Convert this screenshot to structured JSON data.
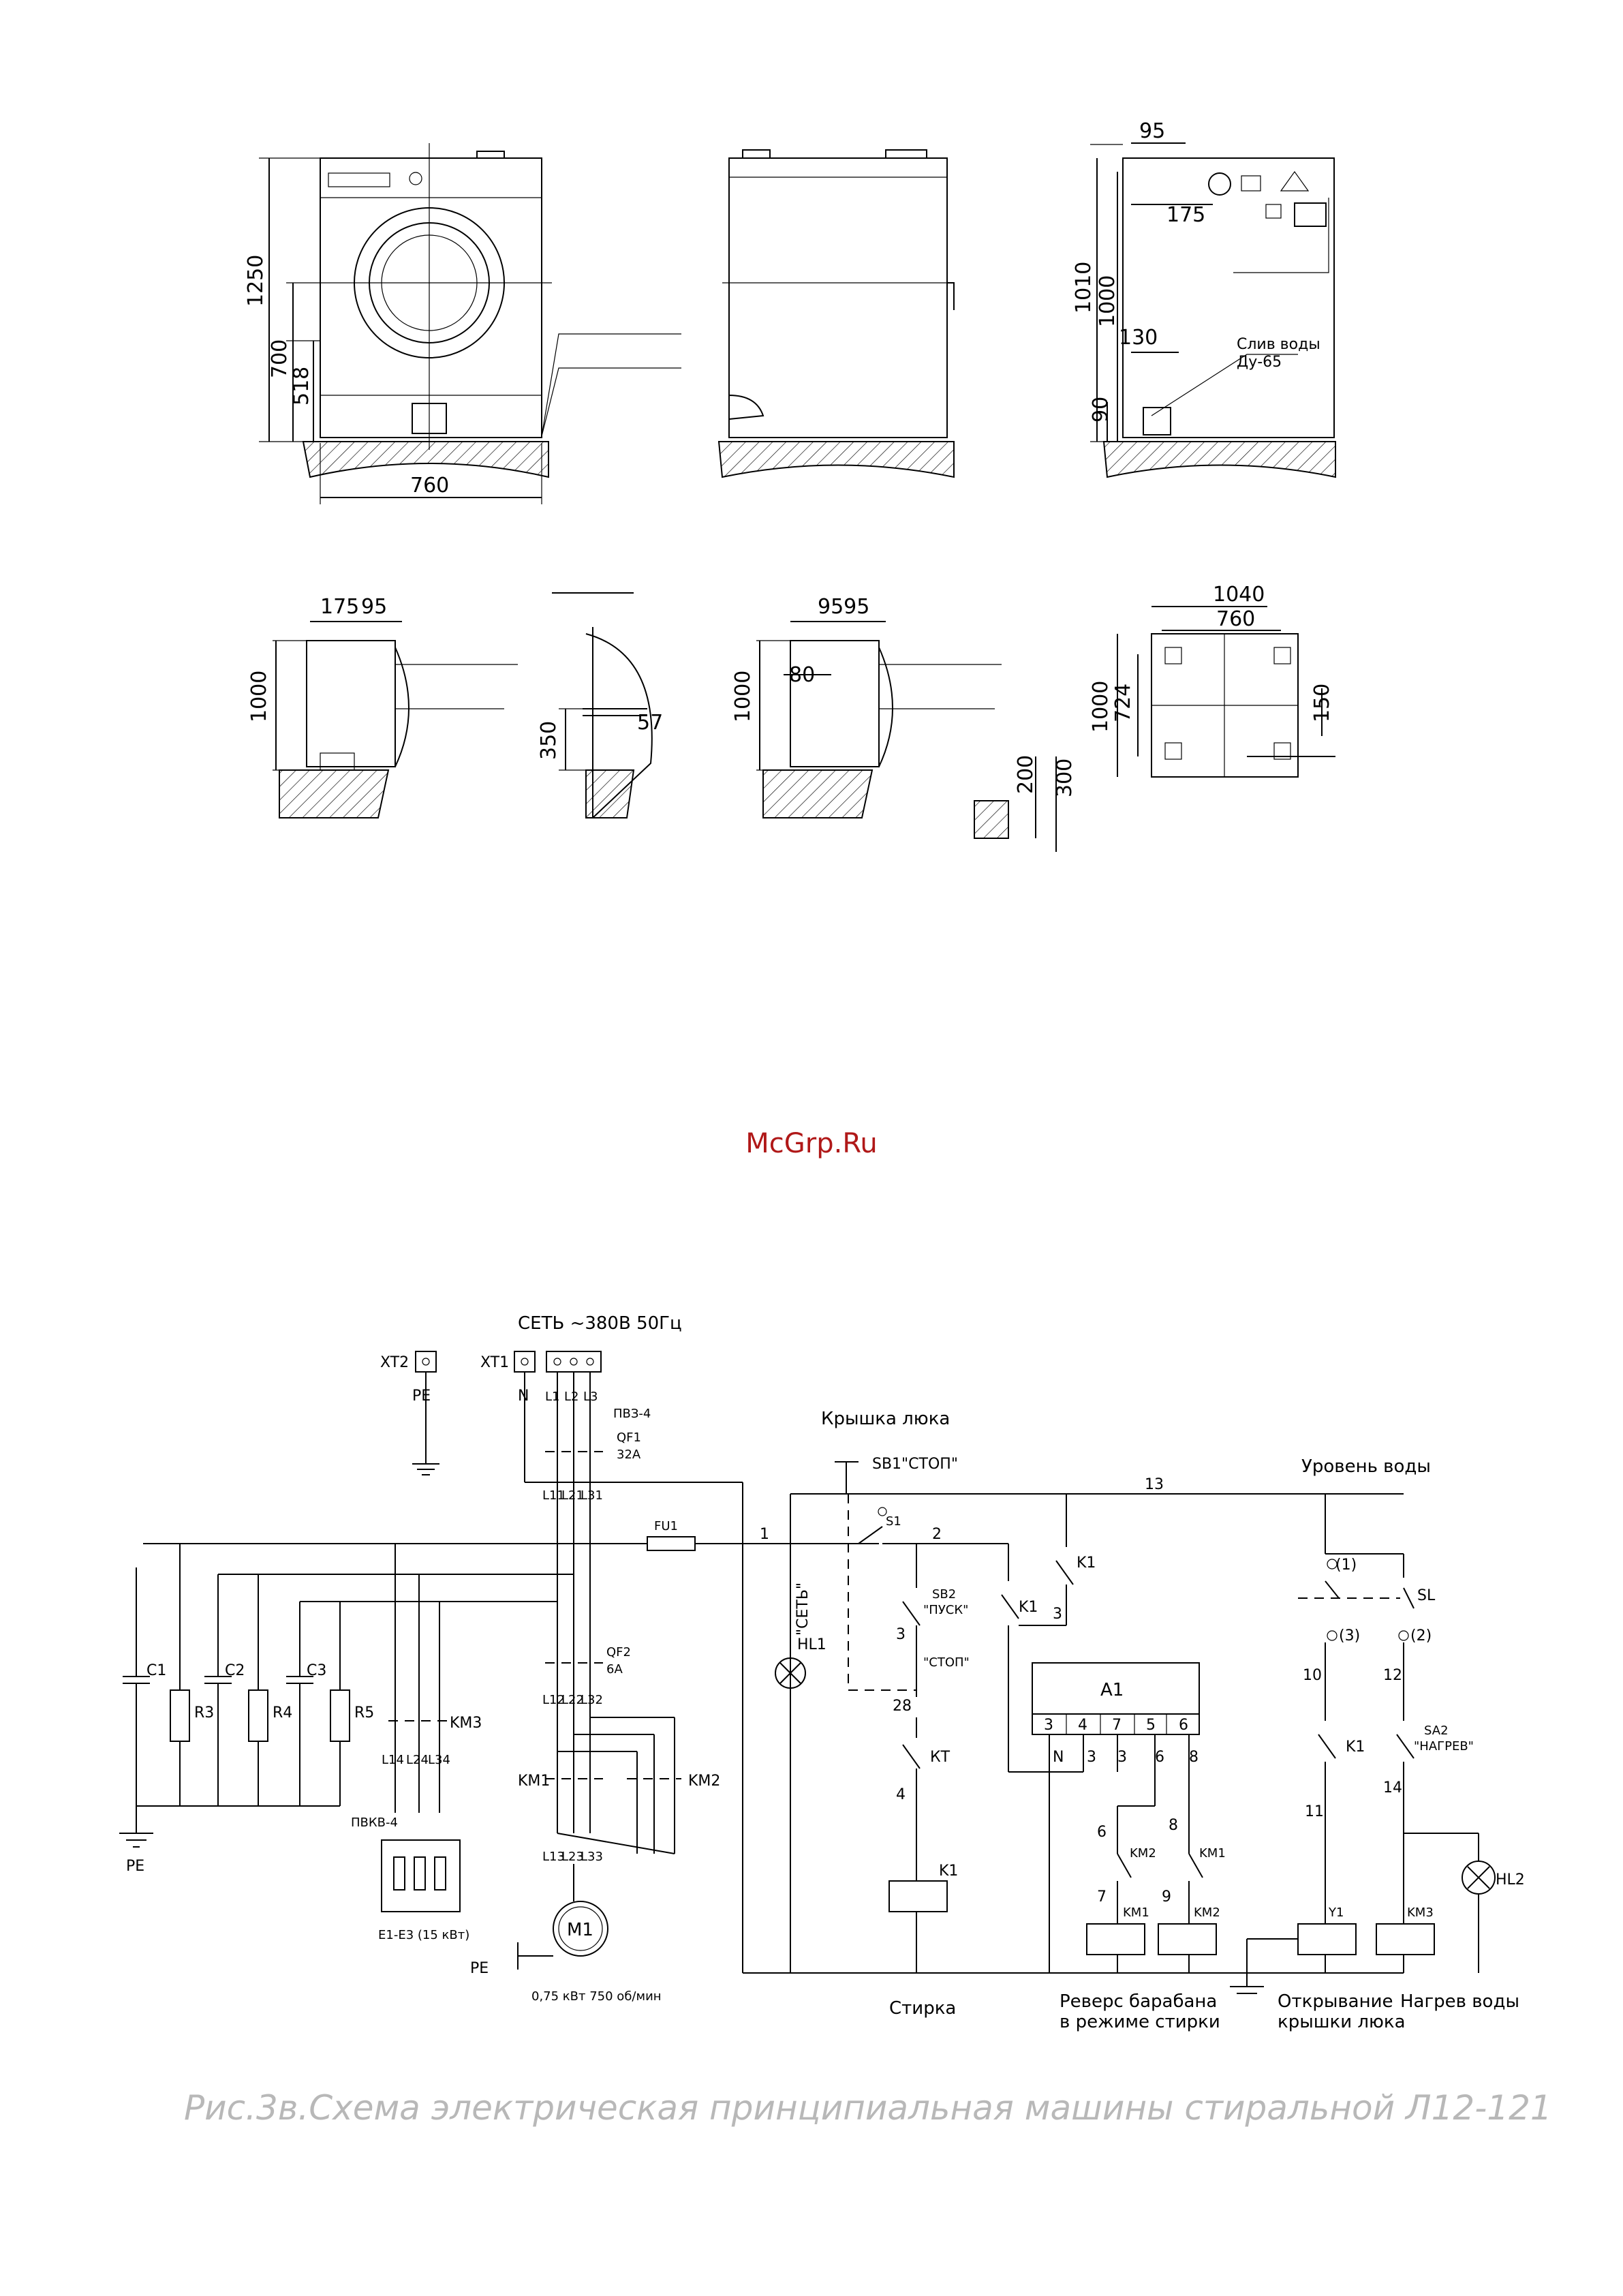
{
  "watermark": "McGrp.Ru",
  "caption": "Рис.3в.Схема электрическая принципиальная машины стиральной Л12-121",
  "drawings": {
    "front": {
      "dims": [
        "1250",
        "700",
        "518",
        "760"
      ]
    },
    "rear": {
      "dims": [
        "95",
        "175",
        "1010",
        "1000",
        "130",
        "90"
      ],
      "drain_label_1": "Слив воды",
      "drain_label_2": "Ду-65"
    },
    "install_a": {
      "dims": [
        "175",
        "95",
        "1000"
      ]
    },
    "install_b": {
      "dims": [
        "350",
        "57"
      ]
    },
    "install_c": {
      "dims": [
        "9595",
        "80",
        "1000",
        "200",
        "300"
      ]
    },
    "plan": {
      "dims": [
        "1040",
        "760",
        "1000",
        "724",
        "150"
      ]
    }
  },
  "schematic": {
    "supply": "СЕТЬ ~380В 50Гц",
    "terminals": [
      "XT2",
      "XT1"
    ],
    "pe": "PE",
    "n": "N",
    "phases": [
      "L1",
      "L2",
      "L3"
    ],
    "cable1": "ПВЗ-4",
    "qf1": [
      "QF1",
      "32А"
    ],
    "phases_out1": [
      "L11",
      "L21",
      "L31"
    ],
    "qf2": [
      "QF2",
      "6А"
    ],
    "phases_out2": [
      "L12",
      "L22",
      "L32"
    ],
    "phases_out3": [
      "L13",
      "L23",
      "L33"
    ],
    "phases_heat": [
      "L14",
      "L24",
      "L34"
    ],
    "fu1": "FU1",
    "caps": [
      "C1",
      "C2",
      "C3"
    ],
    "resistors": [
      "R3",
      "R4",
      "R5"
    ],
    "km1": "KM1",
    "km2": "KM2",
    "km3": "KM3",
    "cable2": "ПВКВ-4",
    "heaters": "E1-E3 (15 кВт)",
    "motor": "M1",
    "motor_spec": "0,75 кВт 750 об/мин",
    "lid": "Крышка люка",
    "sb1": "SB1\"СТОП\"",
    "s1": "S1",
    "hl1": "HL1",
    "net": "\"СЕТЬ\"",
    "sb2": [
      "SB2",
      "\"ПУСК\""
    ],
    "stop": "\"СТОП\"",
    "kt": "КТ",
    "k1": "K1",
    "a1": "А1",
    "a1_pins": [
      "3",
      "4",
      "7",
      "5",
      "6"
    ],
    "a1_out": [
      "N",
      "3",
      "3",
      "6",
      "8"
    ],
    "water_level": "Уровень воды",
    "sl": "SL",
    "sl_pins": [
      "(1)",
      "(3)",
      "(2)"
    ],
    "sa2": [
      "SA2",
      "\"НАГРЕВ\""
    ],
    "hl2": "HL2",
    "y1": "Y1",
    "wires": [
      "1",
      "2",
      "3",
      "3",
      "13",
      "28",
      "4",
      "6",
      "7",
      "8",
      "9",
      "10",
      "11",
      "12",
      "14"
    ],
    "funcs": [
      "Стирка",
      "Реверс барабана",
      "в режиме стирки",
      "Открывание",
      "крышки люка",
      "Нагрев воды"
    ]
  }
}
